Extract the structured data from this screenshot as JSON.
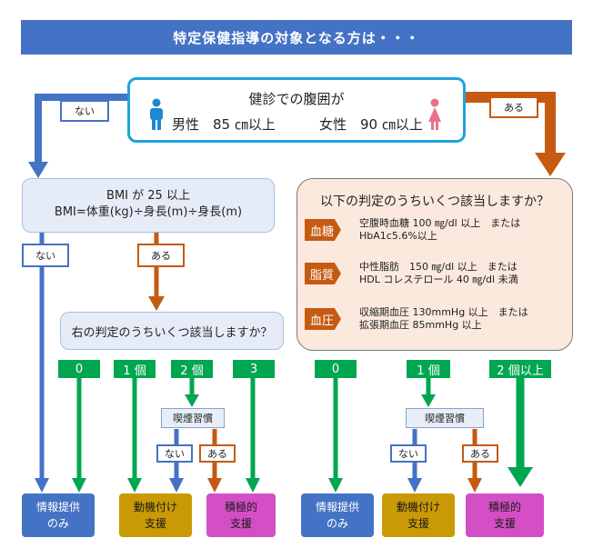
{
  "title": "特定保健指導の対象となる方は・・・",
  "waist": {
    "question": "健診での腹囲が",
    "male": "男性　85 ㎝以上",
    "female": "女性　90 ㎝以上"
  },
  "labels": {
    "nai": "ない",
    "aru": "ある",
    "smoking": "喫煙習慣"
  },
  "bmi": {
    "line1": "BMI が 25 以上",
    "line2": "BMI=体重(kg)÷身長(m)÷身長(m)"
  },
  "judge_right_question": "右の判定のうちいくつ該当しますか？",
  "right_panel": {
    "question": "以下の判定のうちいくつ該当しますか？",
    "items": [
      {
        "tag": "血糖",
        "line1": "空腹時血糖 100 ㎎/dl 以上　または",
        "line2": "HbA1c5.6%以上"
      },
      {
        "tag": "脂質",
        "line1": "中性脂肪　150 ㎎/dl 以上　または",
        "line2": "HDL コレステロール 40 ㎎/dl 未満"
      },
      {
        "tag": "血圧",
        "line1": "収縮期血圧 130mmHg 以上　または",
        "line2": "拡張期血圧 85mmHg 以上"
      }
    ]
  },
  "counts_left": [
    "0",
    "1 個",
    "2 個",
    "3"
  ],
  "counts_right": [
    "0",
    "1 個",
    "2 個以上"
  ],
  "outcomes": {
    "info_line1": "情報提供",
    "info_line2": "のみ",
    "dou_line1": "動機付け",
    "dou_line2": "支援",
    "seki_line1": "積極的",
    "seki_line2": "支援"
  },
  "colors": {
    "blue": "#4472c4",
    "orange": "#c55a11",
    "green": "#00a650",
    "cyan": "#1fa3dc",
    "male_icon": "#1e88d0",
    "female_icon": "#e8708c"
  }
}
